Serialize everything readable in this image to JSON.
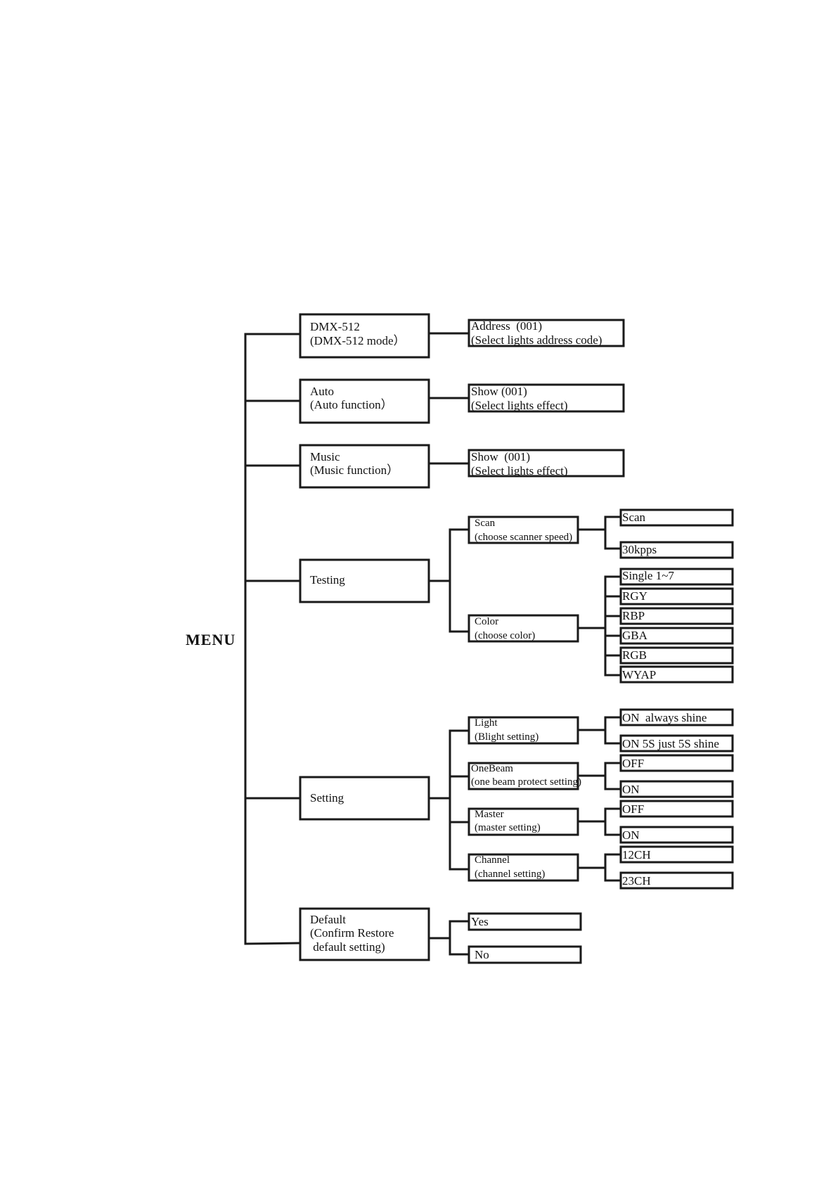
{
  "menu": {
    "label": "MENU"
  },
  "items": {
    "dmx": {
      "l1": "DMX-512",
      "l2": "(DMX-512 mode）"
    },
    "address": {
      "l1": "Address  (001)",
      "l2": "(Select lights address code)"
    },
    "auto": {
      "l1": "Auto",
      "l2": "(Auto function）"
    },
    "auto_show": {
      "l1": "Show (001)",
      "l2": "(Select lights effect)"
    },
    "music": {
      "l1": "Music",
      "l2": "(Music function）"
    },
    "music_show": {
      "l1": "Show  (001)",
      "l2": "(Select lights effect)"
    },
    "testing": {
      "l1": "Testing"
    },
    "scan": {
      "l1": "Scan",
      "l2": "(choose scanner speed)"
    },
    "scan_opt1": {
      "l1": "Scan"
    },
    "scan_opt2": {
      "l1": "30kpps"
    },
    "color": {
      "l1": "Color",
      "l2": "(choose color)"
    },
    "color_opts": [
      "Single 1~7",
      "RGY",
      "RBP",
      "GBA",
      "RGB",
      "WYAP"
    ],
    "setting": {
      "l1": "Setting"
    },
    "light": {
      "l1": "Light",
      "l2": "(Blight setting)"
    },
    "light_opt1": {
      "l1": "ON  always shine"
    },
    "light_opt2": {
      "l1": "ON 5S just 5S shine"
    },
    "onebeam": {
      "l1": "OneBeam",
      "l2": "(one beam protect setting)"
    },
    "onebeam_opt1": {
      "l1": "OFF"
    },
    "onebeam_opt2": {
      "l1": "ON"
    },
    "master": {
      "l1": "Master",
      "l2": "(master setting)"
    },
    "master_opt1": {
      "l1": "OFF"
    },
    "master_opt2": {
      "l1": "ON"
    },
    "channel": {
      "l1": "Channel",
      "l2": "(channel setting)"
    },
    "channel_opt1": {
      "l1": "12CH"
    },
    "channel_opt2": {
      "l1": "23CH"
    },
    "default": {
      "l1": "Default",
      "l2": "(Confirm Restore",
      "l3": " default setting)"
    },
    "default_yes": {
      "l1": "Yes"
    },
    "default_no": {
      "l1": "No"
    }
  }
}
